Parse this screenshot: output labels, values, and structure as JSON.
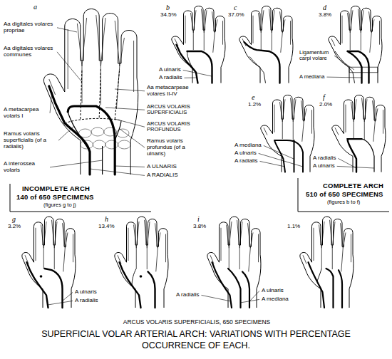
{
  "diagram": {
    "caption": "SUPERFICIAL VOLAR ARTERIAL ARCH: VARIATIONS WITH PERCENTAGE OCCURRENCE OF EACH.",
    "labels": [
      "a",
      "Aa digitales volares propriae",
      "Aa digitales volares communes",
      "Aa metacarpeae volares II-IV",
      "A metacarpea volaris I",
      "ARCUS VOLARIS SUPERFICIALIS",
      "ARCUS VOLARIS PROFUNDUS",
      "Ramus volaris superficialis (of a radialis)",
      "Ramus volaris profundus (of a ulnaris)",
      "A interossea volaris",
      "A ULNARIS",
      "A RADIALIS",
      "b",
      "34.5%",
      "A ulnaris",
      "A radialis",
      "c",
      "37.0%",
      "d",
      "3.8%",
      "Ligamentum carpi volare",
      "A mediana",
      "e",
      "1.2%",
      "A mediana",
      "A ulnaris",
      "A radialis",
      "f",
      "2.0%",
      "A radialis",
      "A ulnaris",
      "INCOMPLETE ARCH",
      "140 of 650 SPECIMENS",
      "(figures g to j)",
      "COMPLETE ARCH",
      "510 of 650 SPECIMENS",
      "(figures b to f)",
      "g",
      "3.2%",
      "A ulnaris",
      "A radialis",
      "h",
      "13.4%",
      "i",
      "3.8%",
      "A radialis",
      "A ulnaris",
      "A mediana",
      "1.1%",
      "ARCUS VOLARIS SUPERFICIALIS, 650 SPECIMENS"
    ]
  }
}
